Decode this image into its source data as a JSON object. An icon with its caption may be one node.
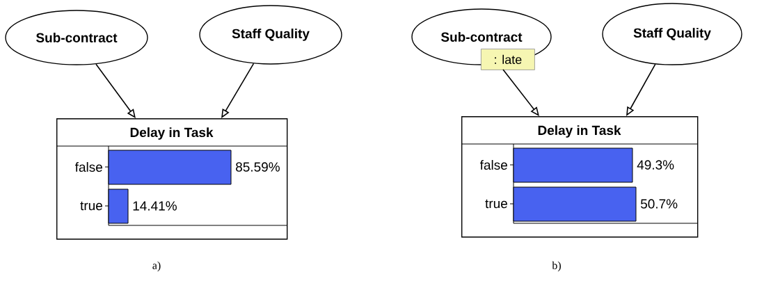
{
  "diagram": {
    "nodes": [
      {
        "text": [
          "Sub-contract"
        ]
      },
      {
        "text": [
          "Staff Quality"
        ]
      },
      {
        "text": [
          "Delay in Task",
          "false",
          "85.59%",
          "true",
          "14.41%"
        ]
      },
      {
        "text": [
          "Sub-contract"
        ]
      },
      {
        "text": [
          ": late"
        ]
      },
      {
        "text": [
          "Staff Quality"
        ]
      },
      {
        "text": [
          "Delay in Task",
          "false",
          "49.3%",
          "true",
          "50.7%"
        ]
      }
    ],
    "edges": [
      {
        "from": 0,
        "to": 2,
        "arrow": "to"
      },
      {
        "from": 1,
        "to": 2,
        "arrow": "to"
      },
      {
        "from": 3,
        "to": 6,
        "arrow": "to"
      },
      {
        "from": 5,
        "to": 6,
        "arrow": "to"
      }
    ],
    "labels": [
      "a)",
      "b)"
    ]
  }
}
